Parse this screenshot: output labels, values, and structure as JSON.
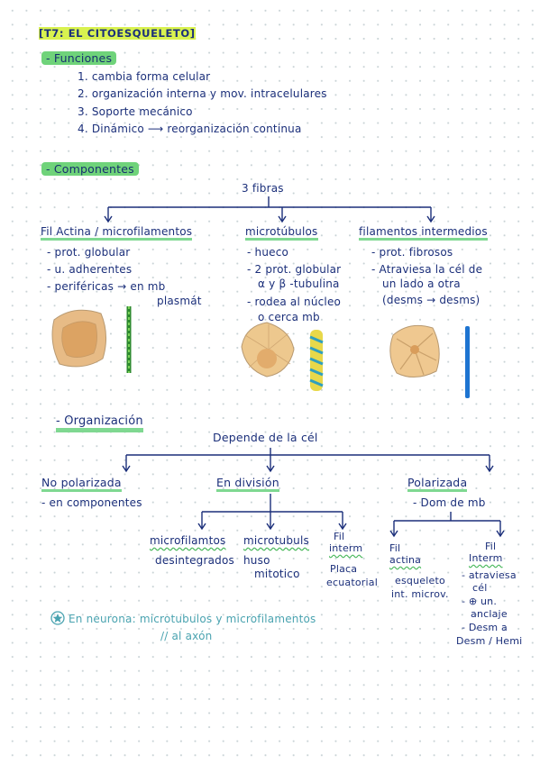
{
  "title": "[T7: EL CITOESQUELETO]",
  "funciones": {
    "heading": "- Funciones",
    "items": [
      "1. cambia forma celular",
      "2. organización interna y mov. intracelulares",
      "3. Soporte mecánico",
      "4. Dinámico ⟶ reorganización continua"
    ]
  },
  "componentes": {
    "heading": "- Componentes",
    "root": "3 fibras",
    "col1": {
      "heading": "Fil Actina / microfilamentos",
      "lines": [
        "- prot. globular",
        "- u. adherentes",
        "- periféricas → en mb",
        "plasmát"
      ]
    },
    "col2": {
      "heading": "microtúbulos",
      "lines": [
        "- hueco",
        "- 2 prot. globular",
        "α y β -tubulina",
        "- rodea al núcleo",
        "o cerca mb"
      ]
    },
    "col3": {
      "heading": "filamentos intermedios",
      "lines": [
        "- prot. fibrosos",
        "- Atraviesa la cél de",
        "un lado a otra",
        "(desms → desms)"
      ]
    }
  },
  "organizacion": {
    "heading": "- Organización",
    "root": "Depende de la cél",
    "no_polarizada": {
      "heading": "No polarizada",
      "line": "- en componentes"
    },
    "division": {
      "heading": "En división",
      "sub1": {
        "label": "microfilamtos",
        "text": "desintegrados"
      },
      "sub2": {
        "label": "microtubuls",
        "text1": "huso",
        "text2": "mitotico"
      },
      "sub3": {
        "label1": "Fil",
        "label2": "interm",
        "text1": "Placa",
        "text2": "ecuatorial"
      }
    },
    "polarizada": {
      "heading": "Polarizada",
      "line": "- Dom de mb",
      "sub1": {
        "label1": "Fil",
        "label2": "actina",
        "text1": "esqueleto",
        "text2": "int. microv."
      },
      "sub2": {
        "label1": "Fil",
        "label2": "Interm",
        "lines": [
          "- atraviesa",
          "cél",
          "- ⊕ un.",
          "anclaje",
          "- Desm a",
          "Desm / Hemi"
        ]
      }
    }
  },
  "note": {
    "line1": "En neurona: microtubulos y microfilamentos",
    "line2": "// al axón"
  },
  "colors": {
    "ink": "#1b2f7a",
    "highlight_green": "#6fd37a",
    "highlight_yellow": "#d9f24f",
    "accent_blue": "#1e74d1",
    "teal_note": "#4aa3b0"
  }
}
